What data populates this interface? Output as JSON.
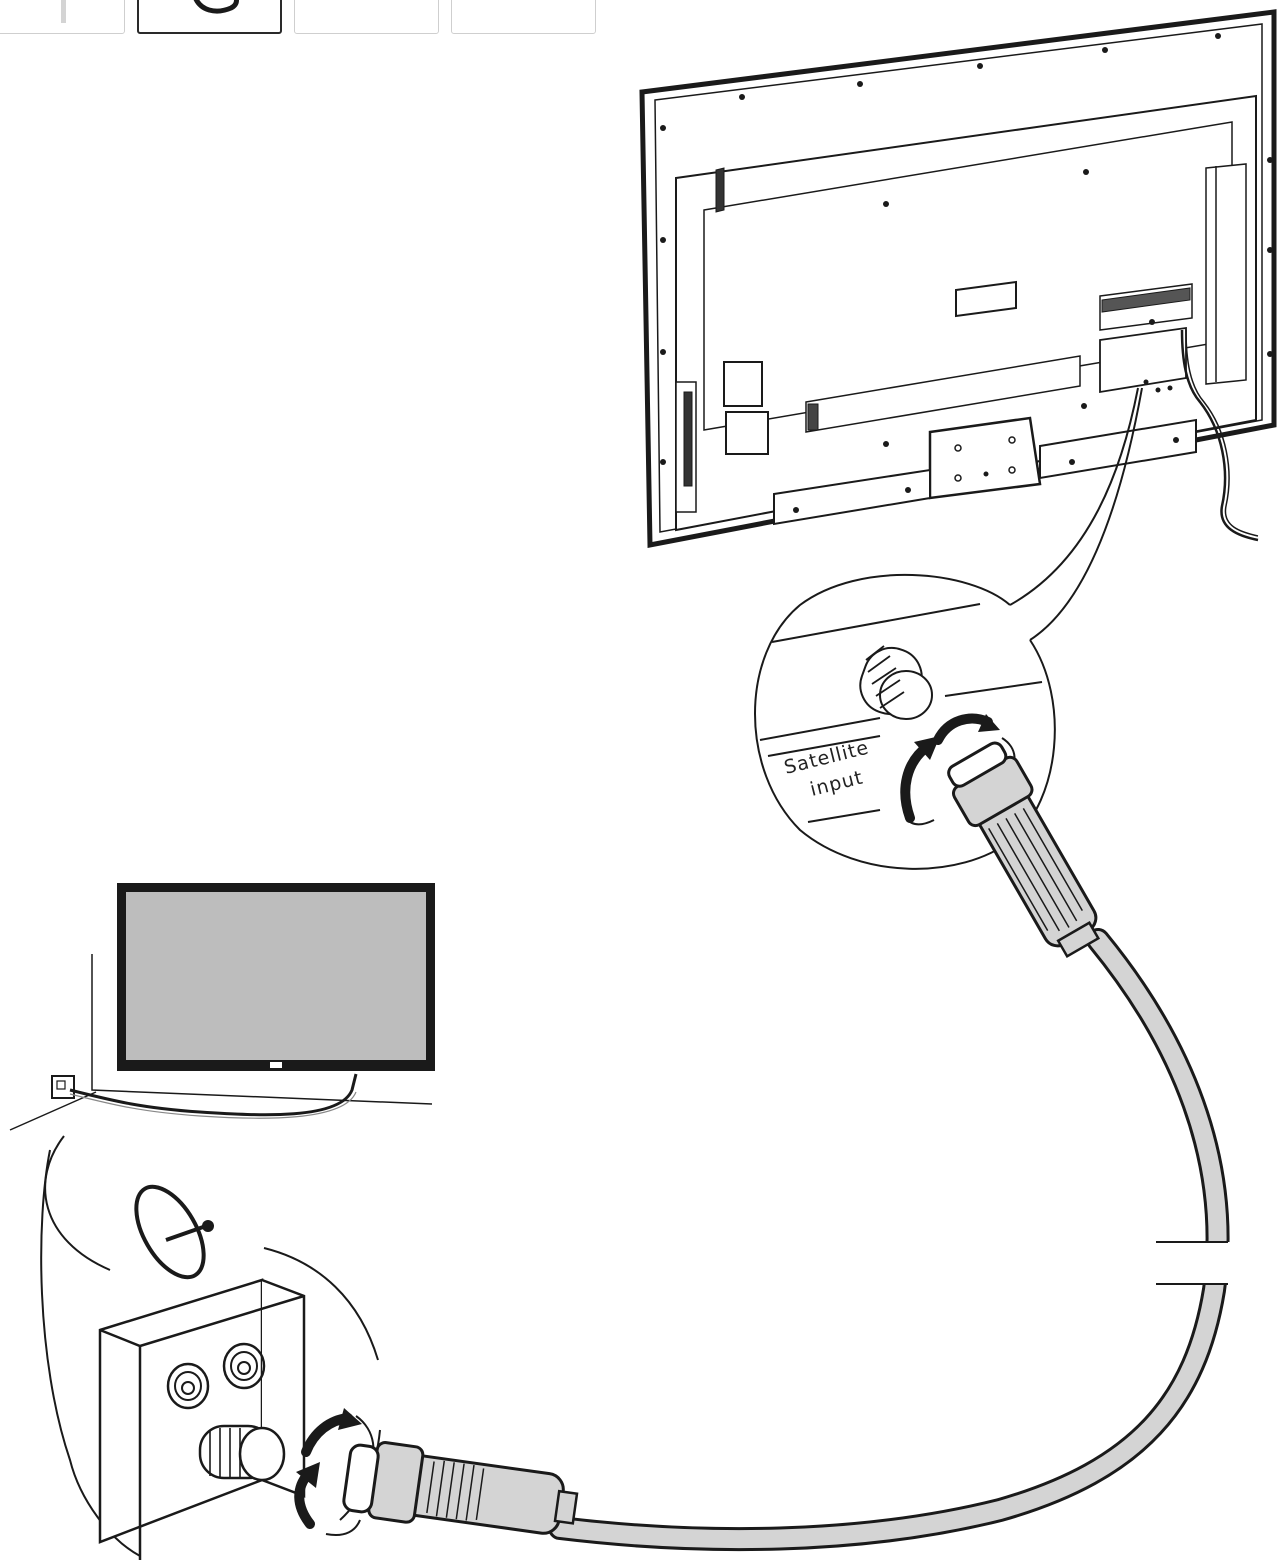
{
  "thumbnails": [
    {
      "selected": false,
      "icon": "thumbnail-partial"
    },
    {
      "selected": true,
      "icon": "cable-loop-icon"
    },
    {
      "selected": false,
      "icon": "blank"
    },
    {
      "selected": false,
      "icon": "blank"
    }
  ],
  "callout": {
    "line1": "Satellite",
    "line2": "input"
  },
  "icons": {
    "satellite_dish": "satellite-dish-icon"
  },
  "colors": {
    "line": "#1a1a1a",
    "screen": "#bdbdbd",
    "cable": "#d4d4d4"
  }
}
